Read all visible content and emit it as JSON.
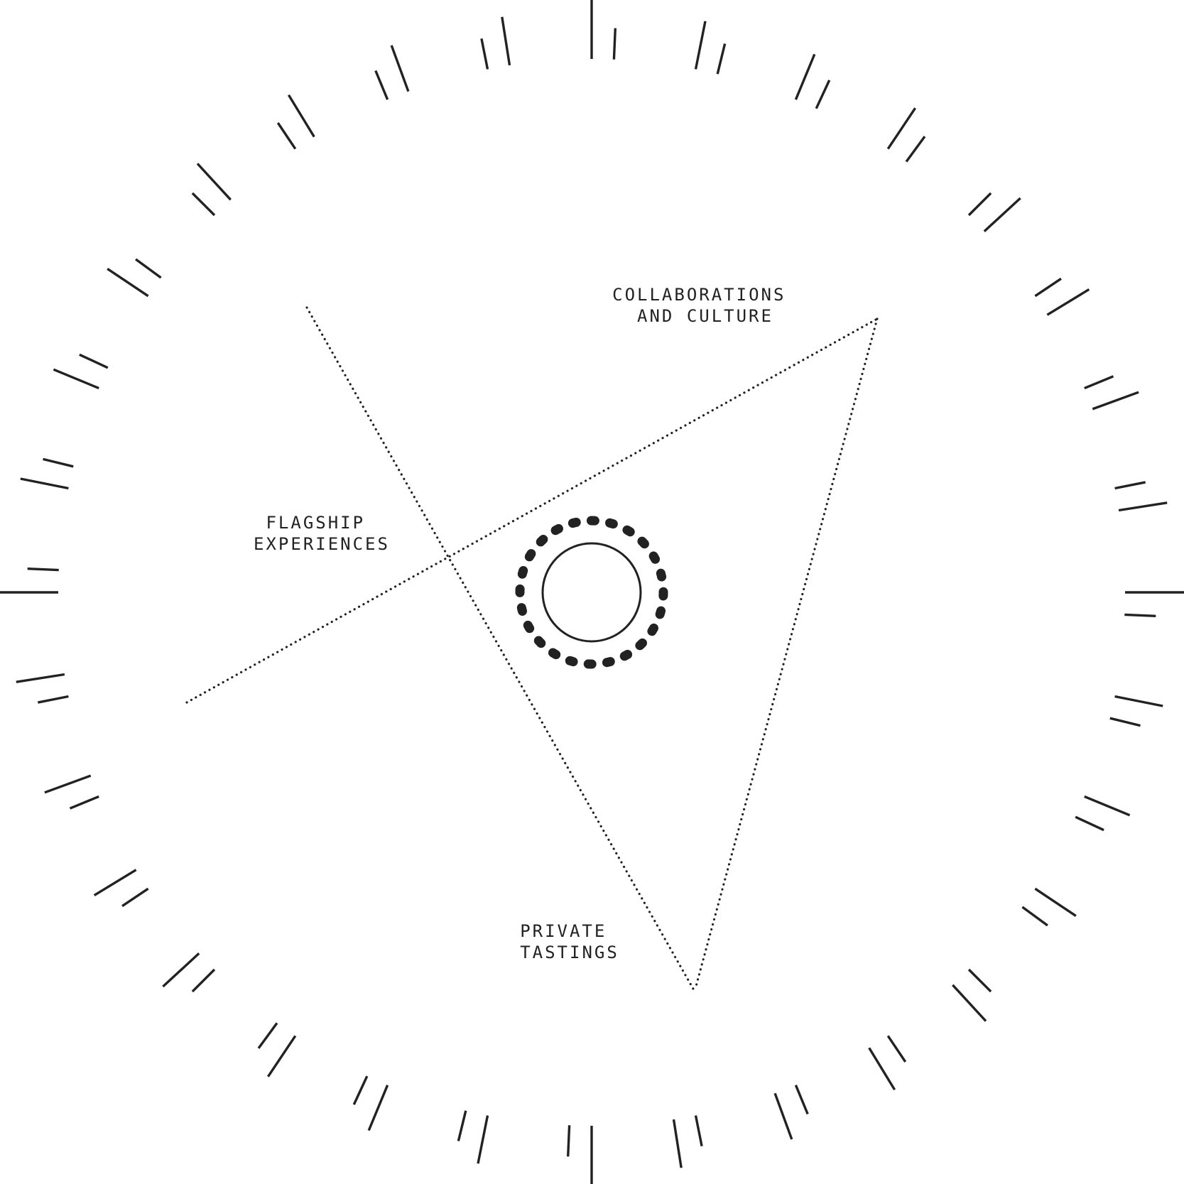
{
  "diagram": {
    "labels": {
      "collaborations": [
        "COLLABORATIONS",
        "AND CULTURE"
      ],
      "flagship": [
        "FLAGSHIP",
        "EXPERIENCES"
      ],
      "private": [
        "PRIVATE",
        "TASTINGS"
      ]
    },
    "colors": {
      "ink": "#222222",
      "background": "#ffffff"
    },
    "ticks": {
      "count": 32
    }
  }
}
